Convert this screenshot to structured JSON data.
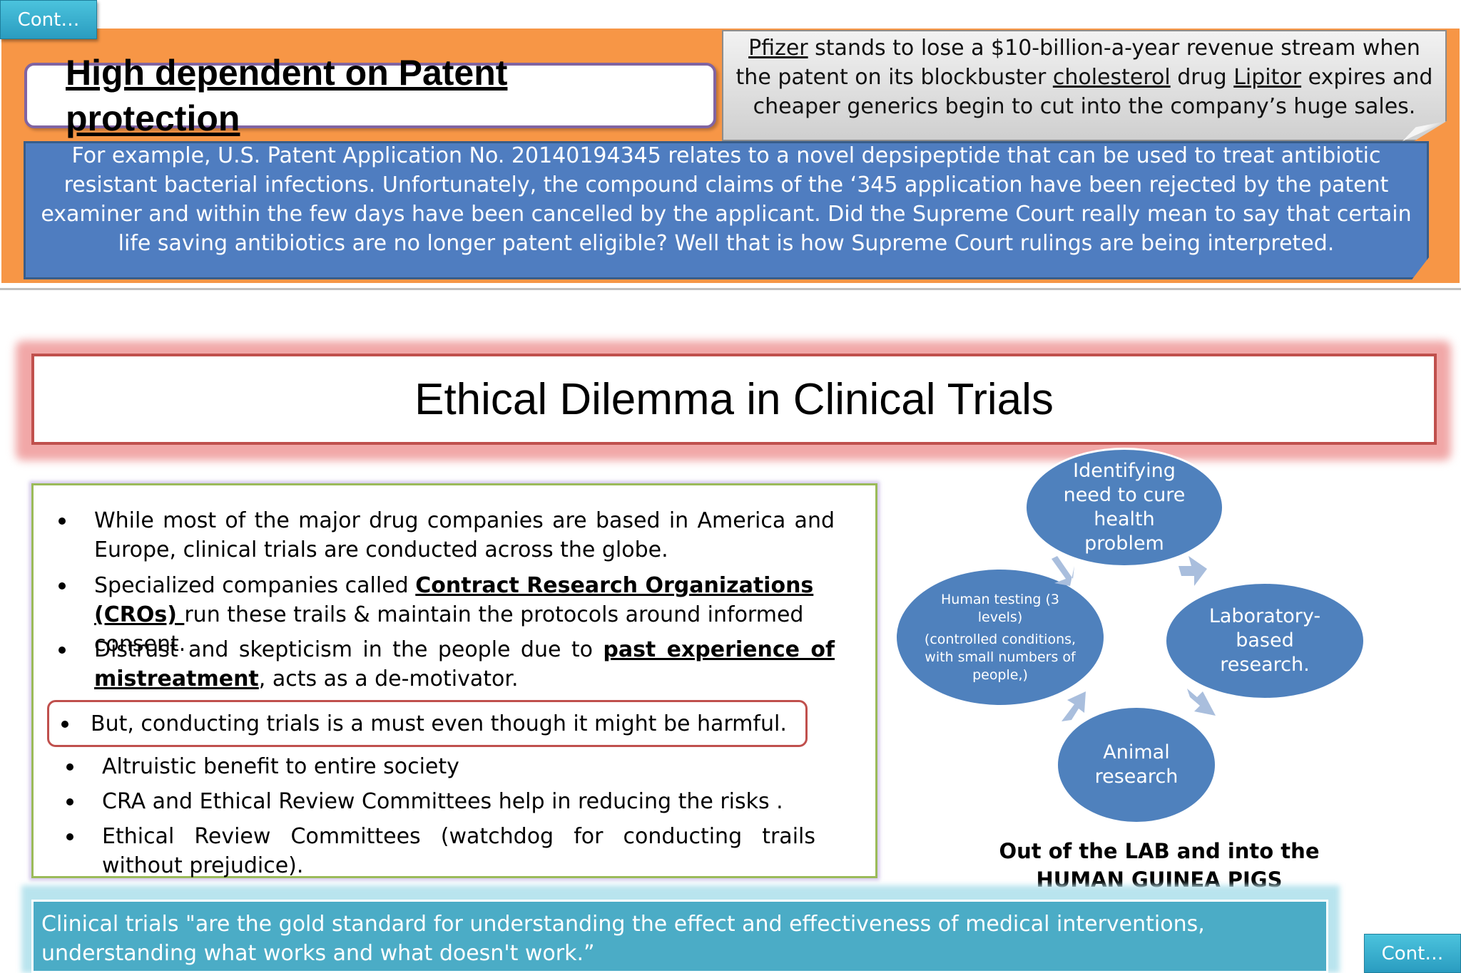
{
  "nav": {
    "prev_label": "Cont…",
    "next_label": "Cont…"
  },
  "top_slide": {
    "heading": "High dependent on Patent protection",
    "pfizer": {
      "w1": "Pfizer",
      "t1": " stands to lose a $10-billion-a-year revenue stream when the patent on its blockbuster ",
      "w2": "cholesterol",
      "t2": " drug ",
      "w3": "Lipitor",
      "t3": " expires and cheaper generics begin to cut into the company’s huge sales."
    },
    "example": "For example, U.S. Patent Application No. 20140194345 relates to a novel depsipeptide that can be used to treat antibiotic resistant bacterial infections. Unfortunately, the compound claims of the ‘345 application have been rejected by the patent examiner and within the few days have been cancelled by the applicant. Did the Supreme Court really mean to say that certain life saving antibiotics are no longer patent eligible? Well that is how Supreme Court rulings are being interpreted."
  },
  "slide": {
    "title": "Ethical Dilemma in Clinical Trials",
    "bullets": {
      "b1": "While most of the major drug companies are based in America and Europe, clinical trials are conducted across the globe.",
      "b2_pre": "Specialized companies called ",
      "b2_bold": "Contract Research Organizations (CROs) ",
      "b2_post": "run these trails & maintain the protocols around informed consent.",
      "b3_pre": "Distrust and skepticism in the people due to ",
      "b3_bold": "past experience of mistreatment",
      "b3_post": ", acts as a de-motivator.",
      "b4": "But, conducting trials is a must even though it might be harmful.",
      "b5": "Altruistic benefit to entire society",
      "b6": "CRA and Ethical Review Committees help in reducing the risks .",
      "b7": "Ethical Review Committees (watchdog for conducting trails without prejudice)."
    },
    "cycle": {
      "identify": "Identifying need to cure health problem",
      "lab": "Laboratory-based research.",
      "animal": "Animal research",
      "human_line1": "Human testing (3 levels)",
      "human_line2": "(controlled conditions, with small numbers of people,)"
    },
    "caption": "Out of the LAB and into the HUMAN GUINEA PIGS",
    "quote": "Clinical trials \"are the gold standard for understanding the effect and effectiveness of medical interventions, understanding what works and what doesn't work.”"
  },
  "colors": {
    "orange_band": "#f79646",
    "blue_box": "#4f7dc0",
    "cycle_blue": "#4f81bd",
    "title_border": "#c0504d",
    "quote_bg": "#4bacc6",
    "green_border": "#9bbb59"
  }
}
